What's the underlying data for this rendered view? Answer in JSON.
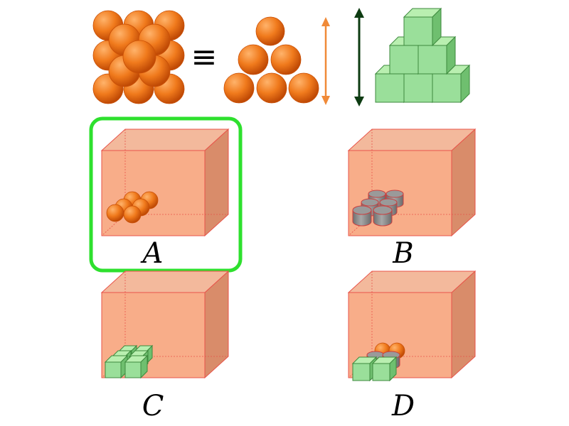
{
  "colors": {
    "sphere": "#f07a1c",
    "sphere_dark": "#c94f06",
    "cube": "#9adf9a",
    "cube_edge": "#3d8a3d",
    "cylinder": "#8a8a8a",
    "box_fill": "#f7a47c",
    "box_edge": "#e8544a",
    "selection": "#2ee02e",
    "arrow_orange": "#f08a38",
    "arrow_dark": "#0d3b12"
  },
  "header": {
    "equivalence_symbol": "≡"
  },
  "options": [
    {
      "label": "A",
      "contents": "spheres",
      "selected": true
    },
    {
      "label": "B",
      "contents": "cylinders",
      "selected": false
    },
    {
      "label": "C",
      "contents": "cubes",
      "selected": false
    },
    {
      "label": "D",
      "contents": "mixed",
      "selected": false
    }
  ]
}
